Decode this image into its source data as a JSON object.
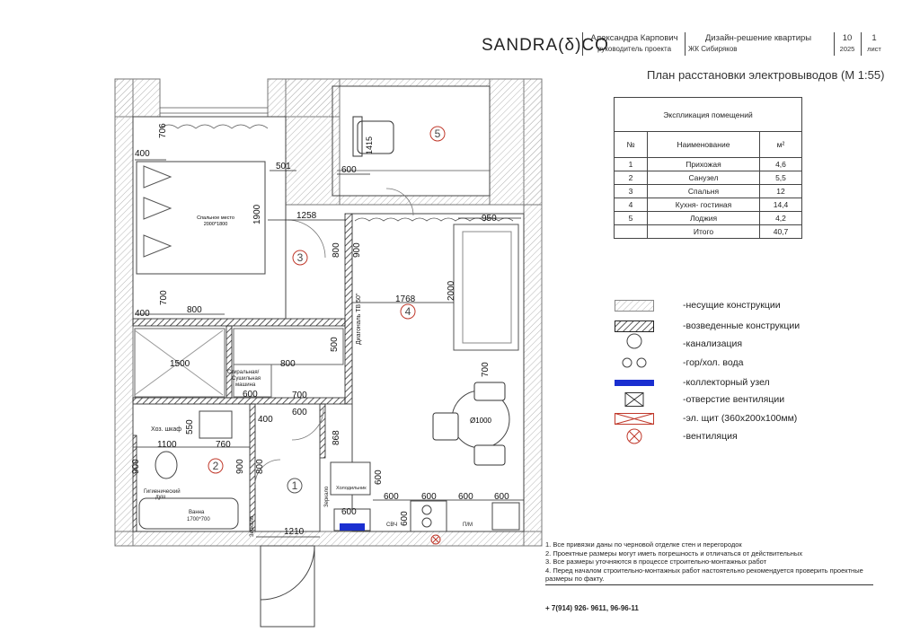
{
  "header": {
    "brand": "SANDRA(δ)CO",
    "designer_name": "Александра Карпович",
    "designer_role": "руководитель проекта",
    "project_title": "Дизайн-решение квартиры",
    "project_complex": "ЖК Сибиряков",
    "month": "10",
    "year": "2025",
    "sheet_number": "1",
    "sheet_label": "лист"
  },
  "plan_title": "План расстановки электровыводов (М 1:55)",
  "explication": {
    "caption": "Экспликация помещений",
    "col_number": "№",
    "col_name": "Наименование",
    "col_area": "м²",
    "rows": [
      {
        "n": "1",
        "name": "Прихожая",
        "area": "4,6"
      },
      {
        "n": "2",
        "name": "Санузел",
        "area": "5,5"
      },
      {
        "n": "3",
        "name": "Спальня",
        "area": "12"
      },
      {
        "n": "4",
        "name": "Кухня- гостиная",
        "area": "14,4"
      },
      {
        "n": "5",
        "name": "Лоджия",
        "area": "4,2"
      }
    ],
    "total_label": "Итого",
    "total_value": "40,7"
  },
  "legend": [
    {
      "icon": "hatch-light-swatch",
      "label": "-несущие конструкции"
    },
    {
      "icon": "hatch-dark-swatch",
      "label": "-возведенные конструкции"
    },
    {
      "icon": "sewage-circle-icon",
      "label": "-канализация"
    },
    {
      "icon": "water-circles-icon",
      "label": "-гор/хол. вода"
    },
    {
      "icon": "collector-bar-icon",
      "label": "-коллекторный узел"
    },
    {
      "icon": "vent-opening-icon",
      "label": "-отверстие вентиляции"
    },
    {
      "icon": "panel-icon",
      "label": "-эл. щит (360х200х100мм)"
    },
    {
      "icon": "ventilation-x-icon",
      "label": "-вентиляция"
    }
  ],
  "notes": [
    "1. Все привязки даны по черновой отделке стен и перегородок",
    "2. Проектные размеры могут иметь погрешность и отличаться от действительных",
    "3. Все размеры уточняются в процессе строительно-монтажных работ",
    "4. Перед началом строительно-монтажных работ настоятельно рекомендуется проверить проектные",
    "размеры по факту."
  ],
  "phone": "+ 7(914) 926- 9611, 96-96-11",
  "plan": {
    "room_numbers": [
      "1",
      "2",
      "3",
      "4",
      "5"
    ],
    "dimensions": {
      "d706": "706",
      "d400a": "400",
      "d501": "501",
      "d1900": "1900",
      "d1258": "1258",
      "d800a": "800",
      "d900a": "900",
      "d600a": "600",
      "d1415": "1415",
      "d950": "950",
      "d700a": "700",
      "d400b": "400",
      "d800b": "800",
      "d1768": "1768",
      "d2000": "2000",
      "d1500": "1500",
      "d500": "500",
      "d800c": "800",
      "d600b": "600",
      "d700b": "700",
      "d400c": "400",
      "d600c": "600",
      "d550": "550",
      "d1100": "1100",
      "d760": "760",
      "d868": "868",
      "d900b": "900",
      "d900c": "900",
      "d800d": "800",
      "d600d": "600",
      "d600e": "600",
      "d600f": "600",
      "d600g": "600",
      "d600h": "600",
      "d600i": "600",
      "d600j": "600",
      "d1210": "1210",
      "d700c": "700"
    },
    "labels": {
      "bed": "Спальное место",
      "bed_size": "2000*1800",
      "washer": "Стиральная/",
      "washer2": "Сушильная",
      "washer3": "машина",
      "diagonal": "Диагональ ТВ 50\"",
      "table": "Ø1000",
      "storage": "Хоз. шкаф",
      "shower": "Гигиенический",
      "shower2": "душ",
      "bath": "Ванна",
      "bath_size": "1700*700",
      "mirror": "Зеркало",
      "mirror2": "Зеркало",
      "fridge": "Холодильник",
      "microwave": "СВЧ",
      "dishwasher": "П/М"
    }
  }
}
